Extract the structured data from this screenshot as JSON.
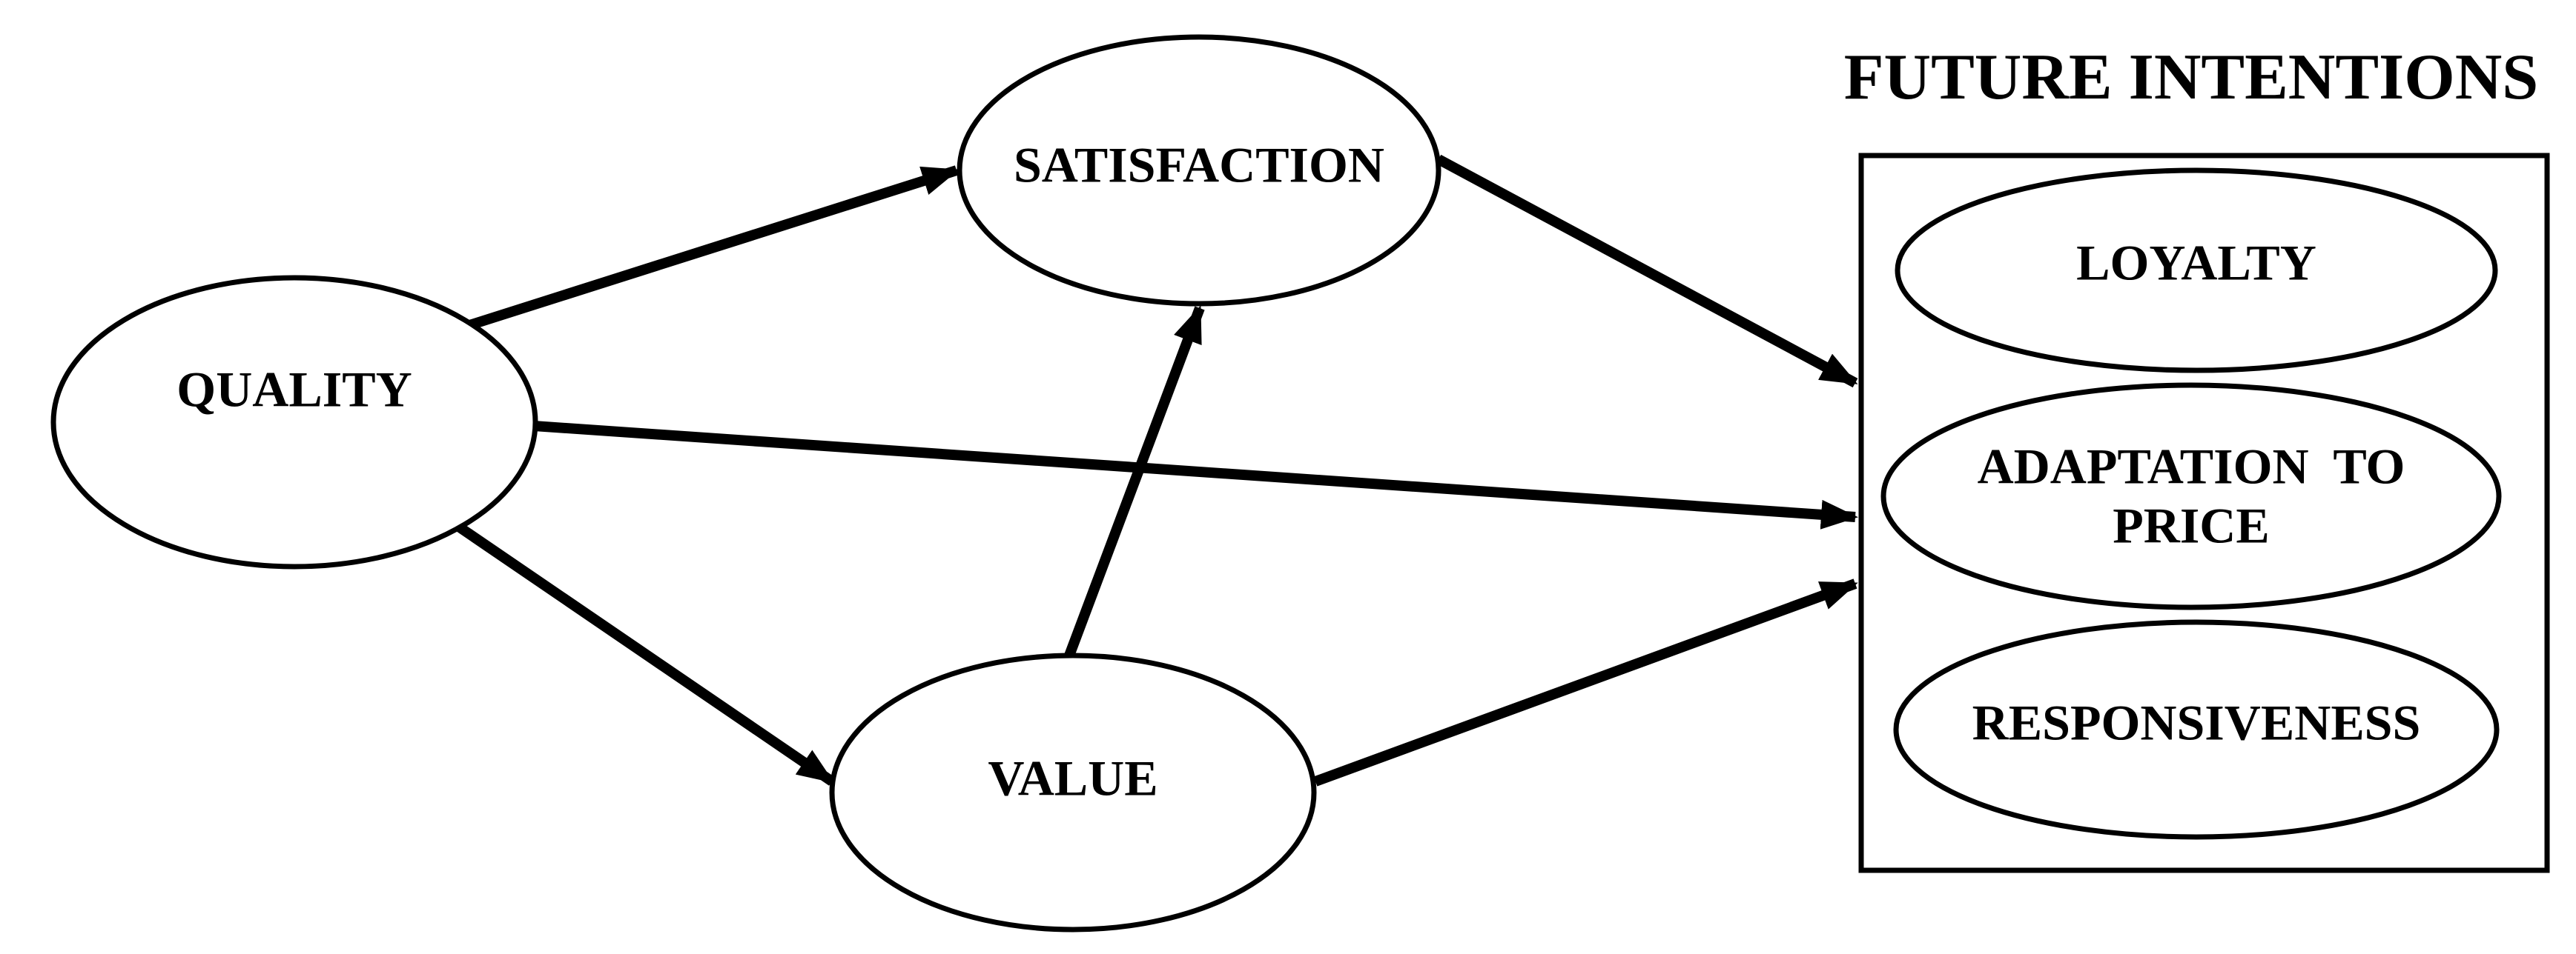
{
  "nodes": {
    "quality": {
      "label": "QUALITY"
    },
    "satisfaction": {
      "label": "SATISFACTION"
    },
    "value": {
      "label": "VALUE"
    },
    "loyalty": {
      "label": "LOYALTY"
    },
    "adaptation": {
      "label_line1": "ADAPTATION  TO",
      "label_line2": "PRICE"
    },
    "responsiveness": {
      "label": "RESPONSIVENESS"
    }
  },
  "group": {
    "title": "FUTURE INTENTIONS"
  },
  "edges": [
    {
      "from": "QUALITY",
      "to": "SATISFACTION"
    },
    {
      "from": "QUALITY",
      "to": "FUTURE INTENTIONS"
    },
    {
      "from": "QUALITY",
      "to": "VALUE"
    },
    {
      "from": "VALUE",
      "to": "SATISFACTION"
    },
    {
      "from": "VALUE",
      "to": "FUTURE INTENTIONS"
    },
    {
      "from": "SATISFACTION",
      "to": "FUTURE INTENTIONS"
    }
  ],
  "colors": {
    "stroke": "#000000",
    "fill": "#ffffff"
  }
}
